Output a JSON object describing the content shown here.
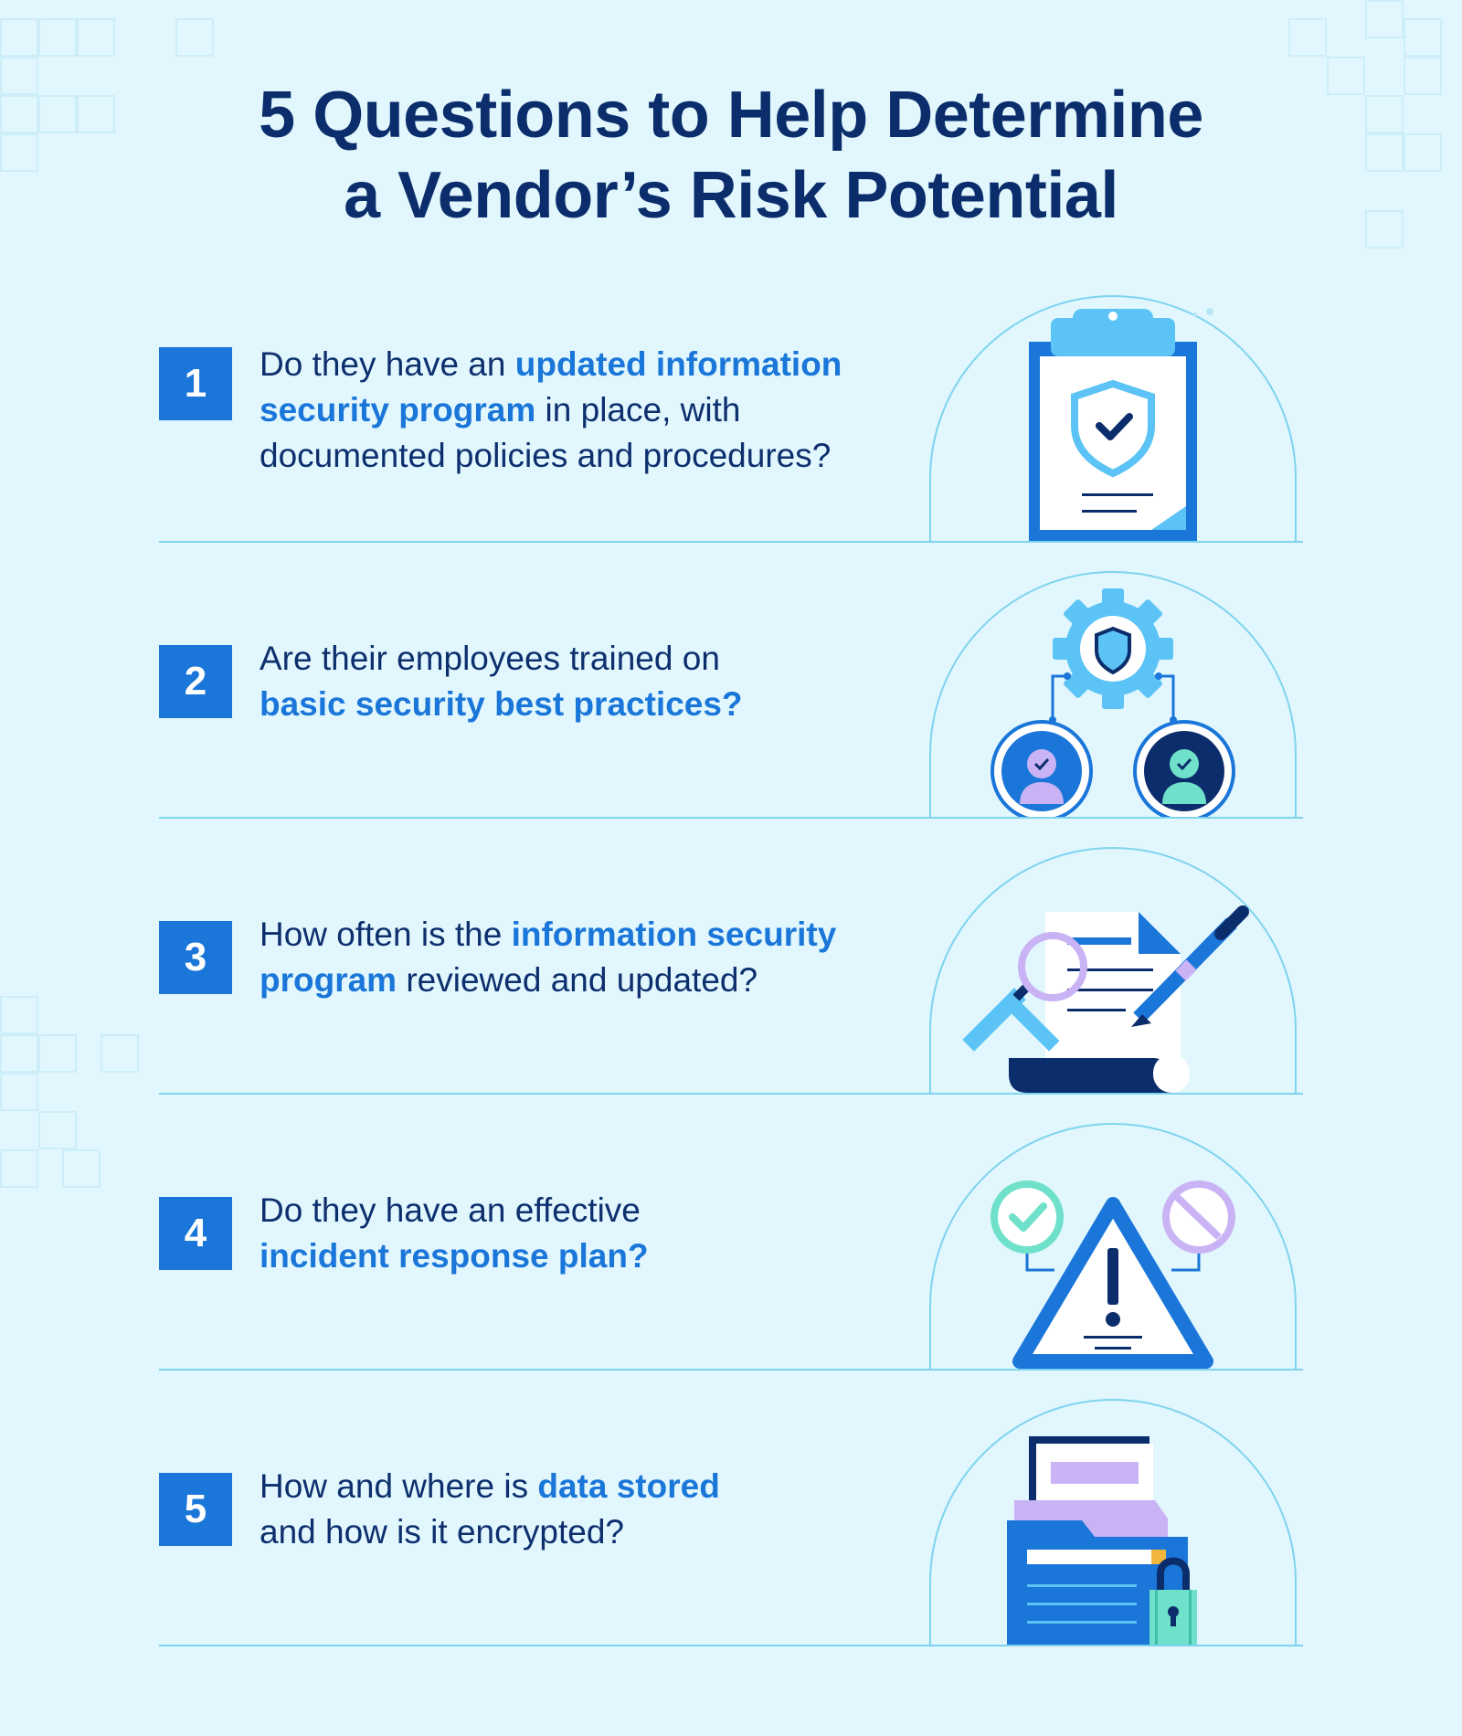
{
  "title": {
    "line1": "5 Questions to Help Determine",
    "line2": "a Vendor’s Risk Potential"
  },
  "questions": [
    {
      "number": "1",
      "parts": [
        {
          "text": "Do they have an ",
          "highlight": false
        },
        {
          "text": "updated information security program",
          "highlight": true
        },
        {
          "text": " in place, with documented policies and procedures?",
          "highlight": false
        }
      ],
      "icon": "clipboard-shield-icon"
    },
    {
      "number": "2",
      "parts": [
        {
          "text": "Are their employees trained on ",
          "highlight": false
        },
        {
          "text": "basic security best practices?",
          "highlight": true
        }
      ],
      "icon": "gear-shield-people-icon"
    },
    {
      "number": "3",
      "parts": [
        {
          "text": "How often is the ",
          "highlight": false
        },
        {
          "text": "information security program",
          "highlight": true
        },
        {
          "text": " reviewed and updated?",
          "highlight": false
        }
      ],
      "icon": "document-magnifier-pen-icon"
    },
    {
      "number": "4",
      "parts": [
        {
          "text": "Do they have an effective ",
          "highlight": false
        },
        {
          "text": "incident response plan?",
          "highlight": true
        }
      ],
      "icon": "warning-triangle-icon"
    },
    {
      "number": "5",
      "parts": [
        {
          "text": "How and where is ",
          "highlight": false
        },
        {
          "text": "data stored",
          "highlight": true
        },
        {
          "text": " and how is it encrypted?",
          "highlight": false
        }
      ],
      "icon": "folder-lock-icon"
    }
  ],
  "colors": {
    "background": "#e1f7fd",
    "navy": "#0b2d6b",
    "accent_blue": "#1a76d9",
    "light_blue": "#5bc3f5",
    "lavender": "#c9b3f5",
    "mint": "#6fe0c9",
    "divider": "#7fd3ee"
  }
}
